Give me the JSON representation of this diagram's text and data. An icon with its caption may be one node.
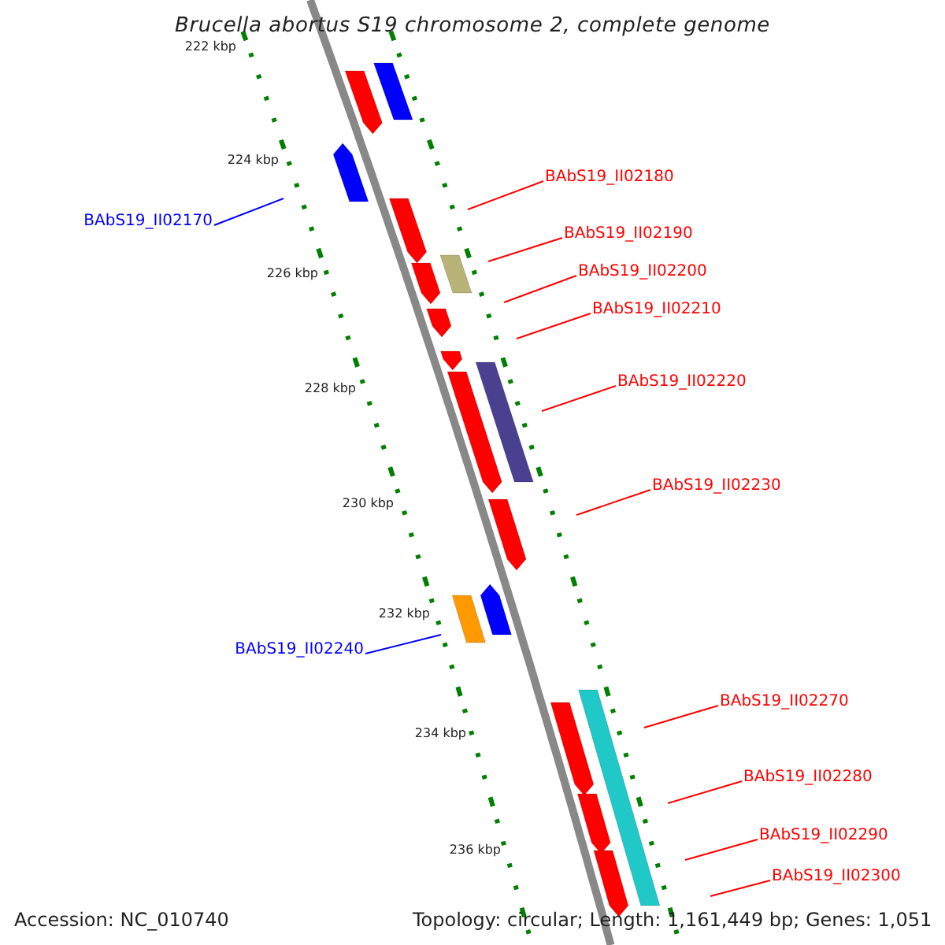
{
  "diagram": {
    "title": "Brucella abortus S19 chromosome 2, complete genome",
    "nodes": [
      {
        "text": [
          "BAbS19_II02180"
        ]
      },
      {
        "text": [
          "BAbS19_II02170"
        ]
      },
      {
        "text": [
          "BAbS19_II02190"
        ]
      },
      {
        "text": [
          "BAbS19_II02200"
        ]
      },
      {
        "text": [
          "BAbS19_II02210"
        ]
      },
      {
        "text": [
          "BAbS19_II02220"
        ]
      },
      {
        "text": [
          "BAbS19_II02230"
        ]
      },
      {
        "text": [
          "BAbS19_II02240"
        ]
      },
      {
        "text": [
          "BAbS19_II02270"
        ]
      },
      {
        "text": [
          "BAbS19_II02280"
        ]
      },
      {
        "text": [
          "BAbS19_II02290"
        ]
      },
      {
        "text": [
          "BAbS19_II02300"
        ]
      }
    ],
    "edges": [
      {
        "from": 0,
        "to": null,
        "arrow": "none"
      },
      {
        "from": 1,
        "to": null,
        "arrow": "none",
        "color": "#0000ff"
      },
      {
        "from": 2,
        "to": null,
        "arrow": "none"
      },
      {
        "from": 3,
        "to": null,
        "arrow": "none"
      },
      {
        "from": 4,
        "to": null,
        "arrow": "none"
      },
      {
        "from": 5,
        "to": null,
        "arrow": "none"
      },
      {
        "from": 6,
        "to": null,
        "arrow": "none"
      },
      {
        "from": 7,
        "to": null,
        "arrow": "none",
        "color": "#0000ff"
      },
      {
        "from": 8,
        "to": null,
        "arrow": "none"
      },
      {
        "from": 9,
        "to": null,
        "arrow": "none"
      },
      {
        "from": 10,
        "to": null,
        "arrow": "none"
      },
      {
        "from": 11,
        "to": null,
        "arrow": "none"
      }
    ],
    "labels": [
      "222 kbp",
      "224 kbp",
      "226 kbp",
      "228 kbp",
      "230 kbp",
      "232 kbp",
      "234 kbp",
      "236 kbp",
      "Accession: NC_010740",
      "Topology: circular; Length: 1,161,449 bp; Genes: 1,051"
    ]
  }
}
